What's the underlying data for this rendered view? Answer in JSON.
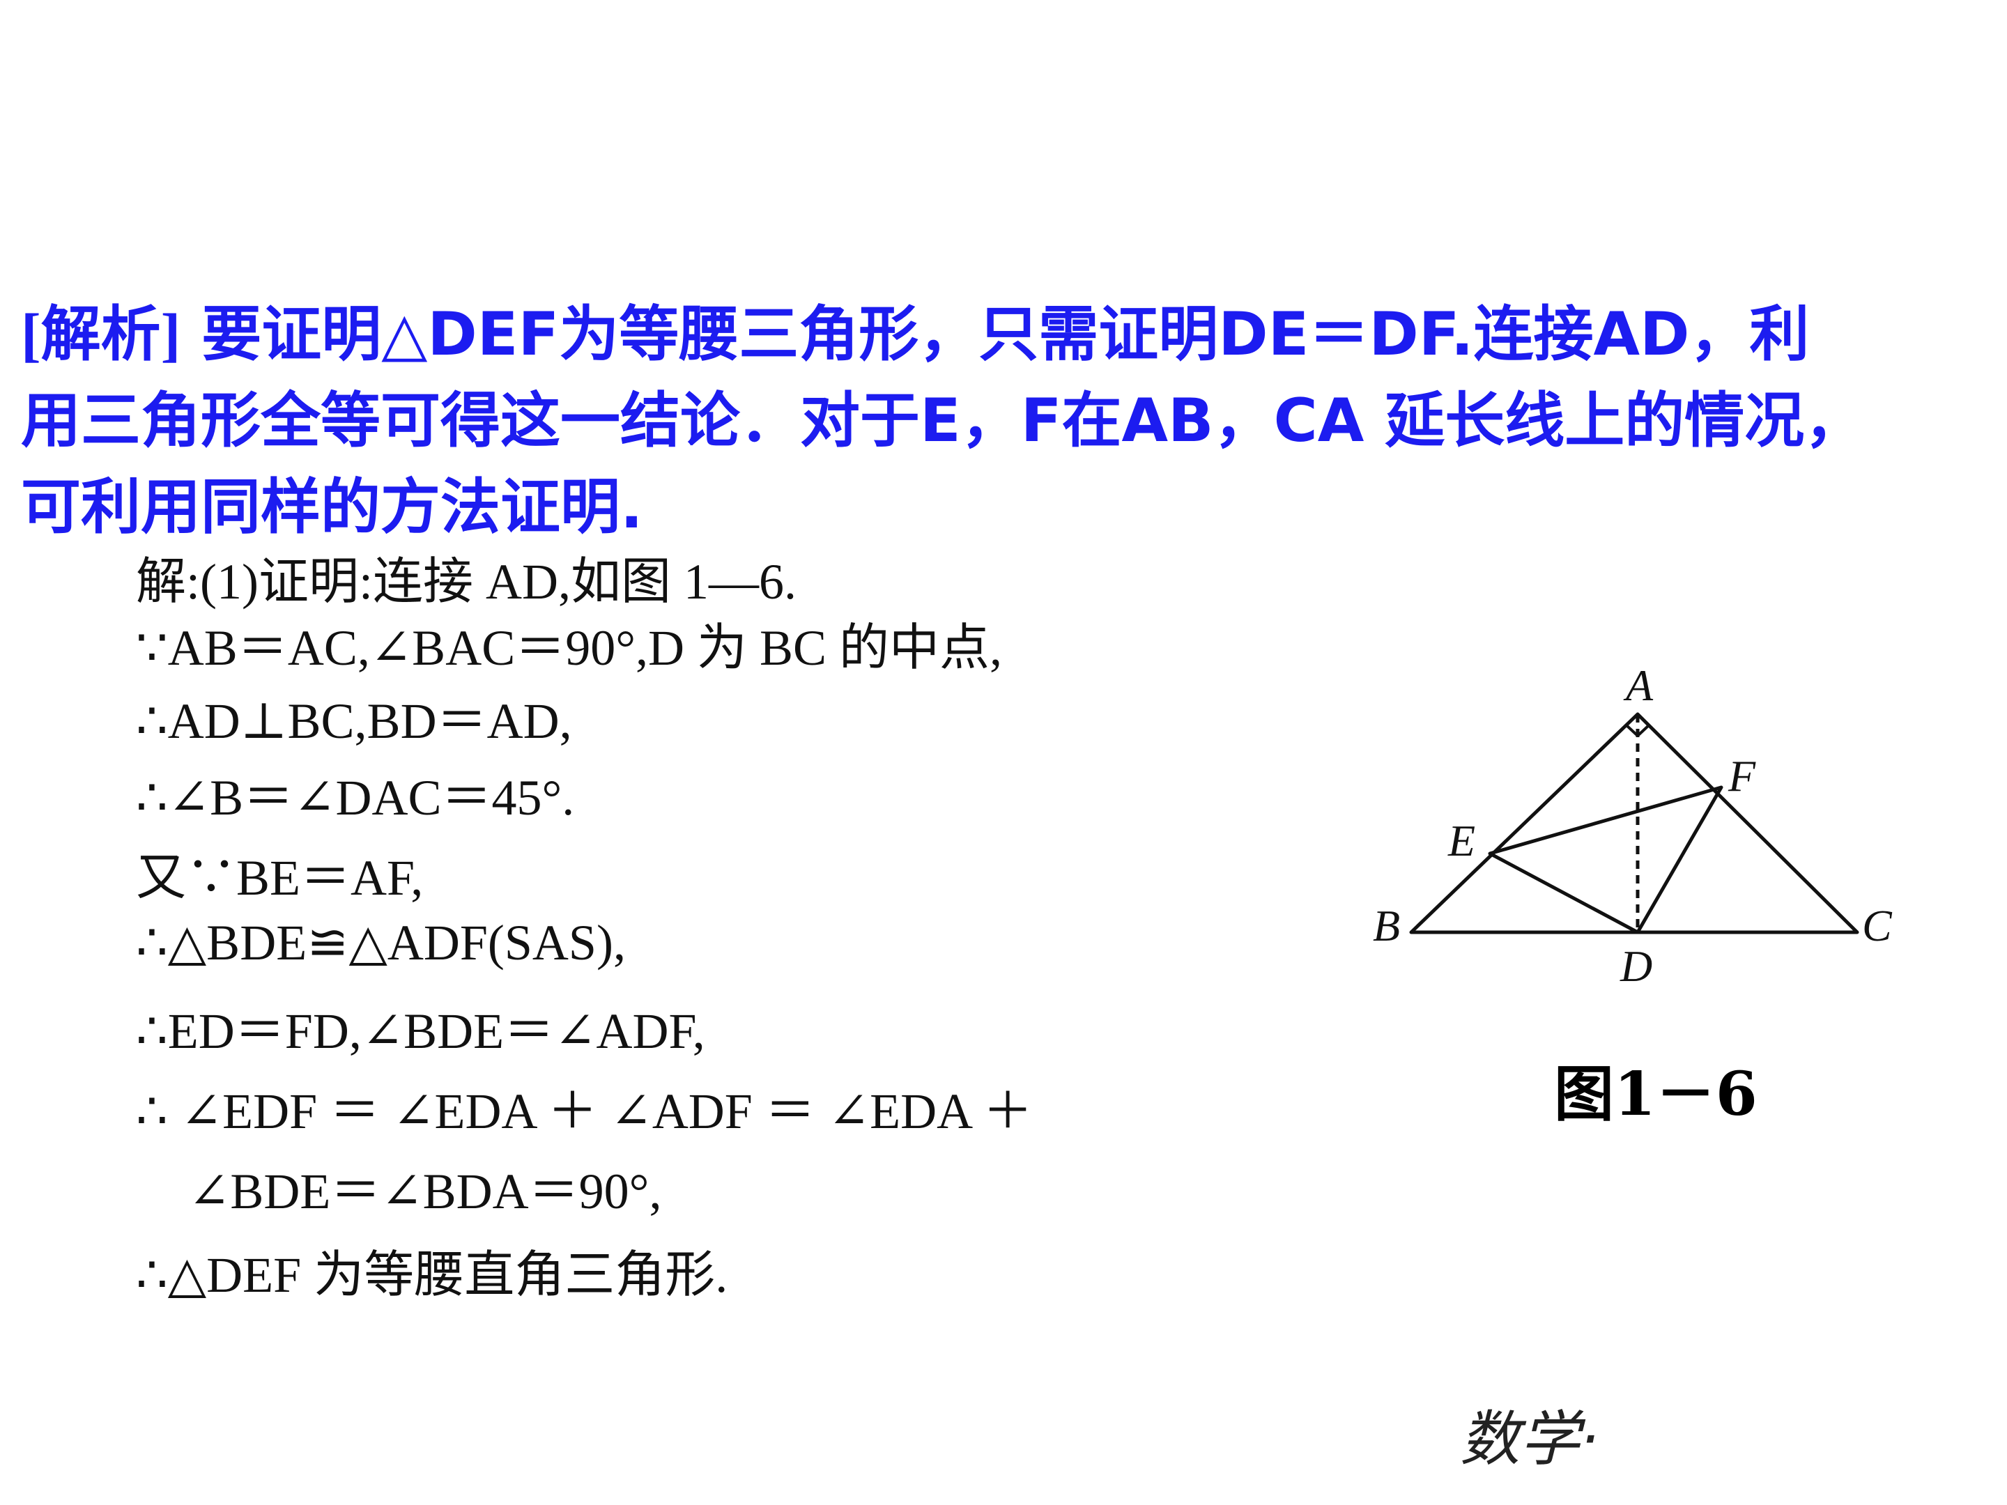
{
  "analysis": {
    "tag": "[解析]",
    "line1": "要证明△DEF为等腰三角形，只需证明DE＝DF.连接AD，利",
    "line2": "用三角形全等可得这一结论．对于E，F在AB，CA 延长线上的情况，",
    "line3": "可利用同样的方法证明."
  },
  "solution": {
    "line0": "解:(1)证明:连接 AD,如图 1—6.",
    "line1": "∵AB＝AC,∠BAC＝90°,D 为 BC 的中点,",
    "line2": "∴AD⊥BC,BD＝AD,",
    "line3": "∴∠B＝∠DAC＝45°.",
    "line4": "又∵BE＝AF,",
    "line5": "∴△BDE≌△ADF(SAS),",
    "line6": "∴ED＝FD,∠BDE＝∠ADF,",
    "line7": "∴ ∠EDF ＝ ∠EDA ＋ ∠ADF ＝ ∠EDA ＋",
    "line8": "∠BDE＝∠BDA＝90°,",
    "line9": "∴△DEF 为等腰直角三角形."
  },
  "figure": {
    "labels": {
      "A": "A",
      "B": "B",
      "C": "C",
      "D": "D",
      "E": "E",
      "F": "F"
    },
    "caption": "图1－6"
  },
  "footer": "数学·"
}
